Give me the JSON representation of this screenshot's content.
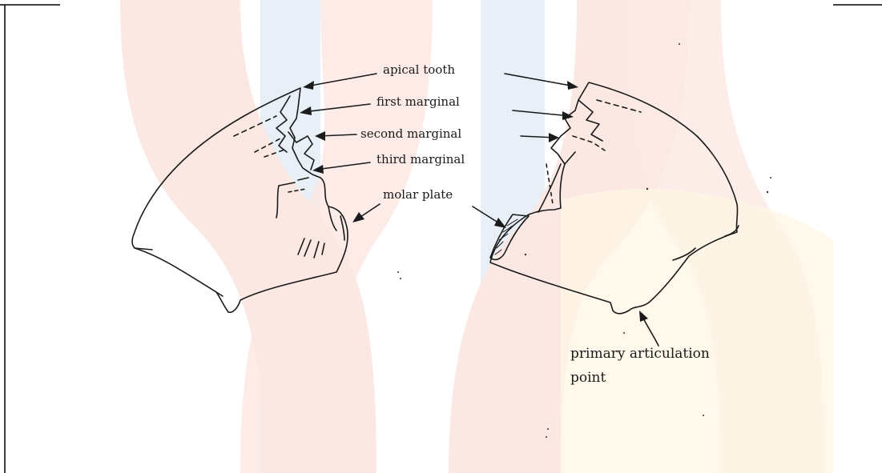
{
  "figure": {
    "labels": {
      "apical_tooth": "apical tooth",
      "first_marginal": "first marginal",
      "second_marginal": "second marginal",
      "third_marginal": "third marginal",
      "molar_plate": "molar plate",
      "primary_articulation_line1": "primary articulation",
      "primary_articulation_line2": "point"
    },
    "colors": {
      "ink": "#1a1a1a",
      "watermark_red": "#fbe7e2",
      "watermark_blue": "#e6eef6",
      "watermark_yellow": "#fdf6dc",
      "frame_line": "#000000"
    }
  }
}
